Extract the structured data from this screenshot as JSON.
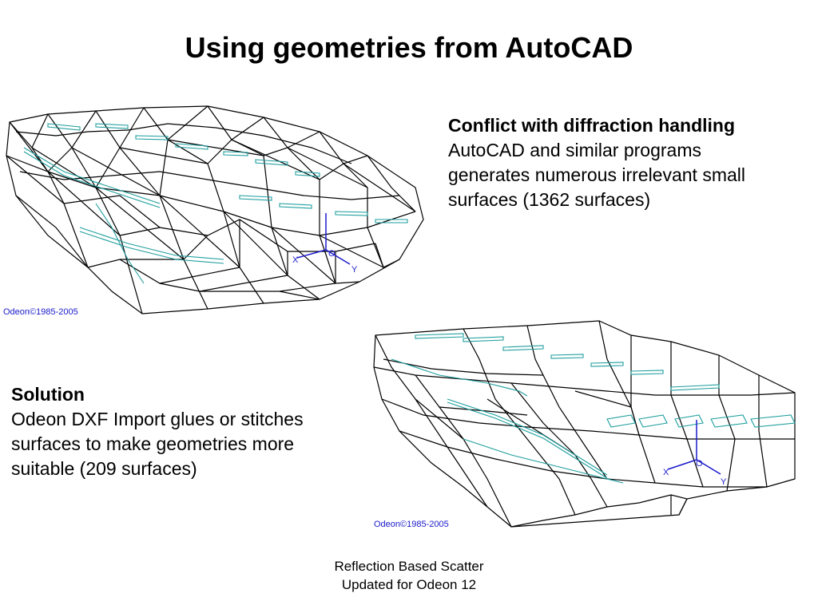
{
  "title": "Using geometries from AutoCAD",
  "conflict": {
    "heading": "Conflict with diffraction handling",
    "lines": [
      "AutoCAD and similar programs",
      "generates numerous irrelevant small",
      "surfaces (1362 surfaces)"
    ]
  },
  "solution": {
    "heading": "Solution",
    "lines": [
      "Odeon DXF Import glues or stitches",
      "surfaces to make geometries more",
      "suitable (209 surfaces)"
    ]
  },
  "figures": {
    "top": {
      "copyright": "Odeon©1985-2005",
      "axes": {
        "x": "X",
        "y": "Y",
        "origin": "O"
      },
      "icon": "wireframe-model-icon"
    },
    "bottom": {
      "copyright": "Odeon©1985-2005",
      "axes": {
        "x": "X",
        "y": "Y",
        "origin": "O"
      },
      "icon": "wireframe-model-icon"
    }
  },
  "footer": {
    "line1": "Reflection Based Scatter",
    "line2": "Updated for Odeon 12"
  },
  "colors": {
    "wire": "#000000",
    "accent_wire": "#1f9e9e",
    "axis": "#1a1acc"
  }
}
